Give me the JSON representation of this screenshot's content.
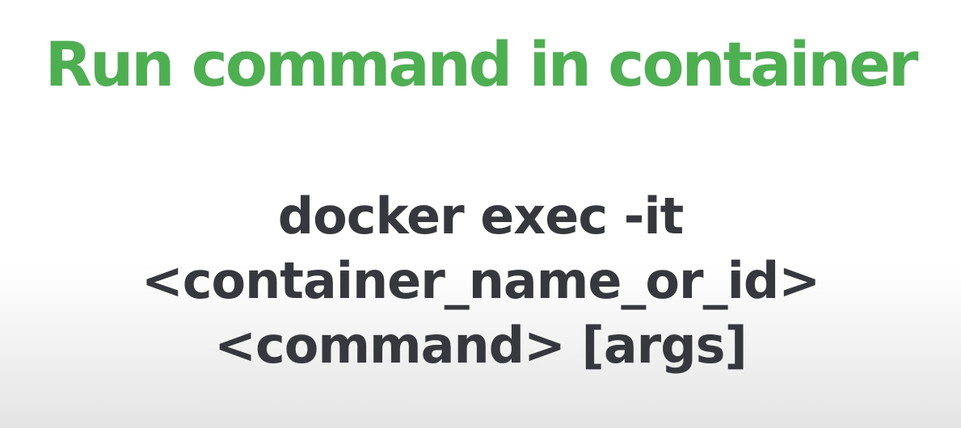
{
  "slide": {
    "title": "Run command in container",
    "command_lines": [
      "docker exec -it",
      "<container_name_or_id>",
      "<command> [args]"
    ]
  },
  "colors": {
    "title": "#4caf50",
    "command_text": "#37383d",
    "background": "#ffffff"
  }
}
